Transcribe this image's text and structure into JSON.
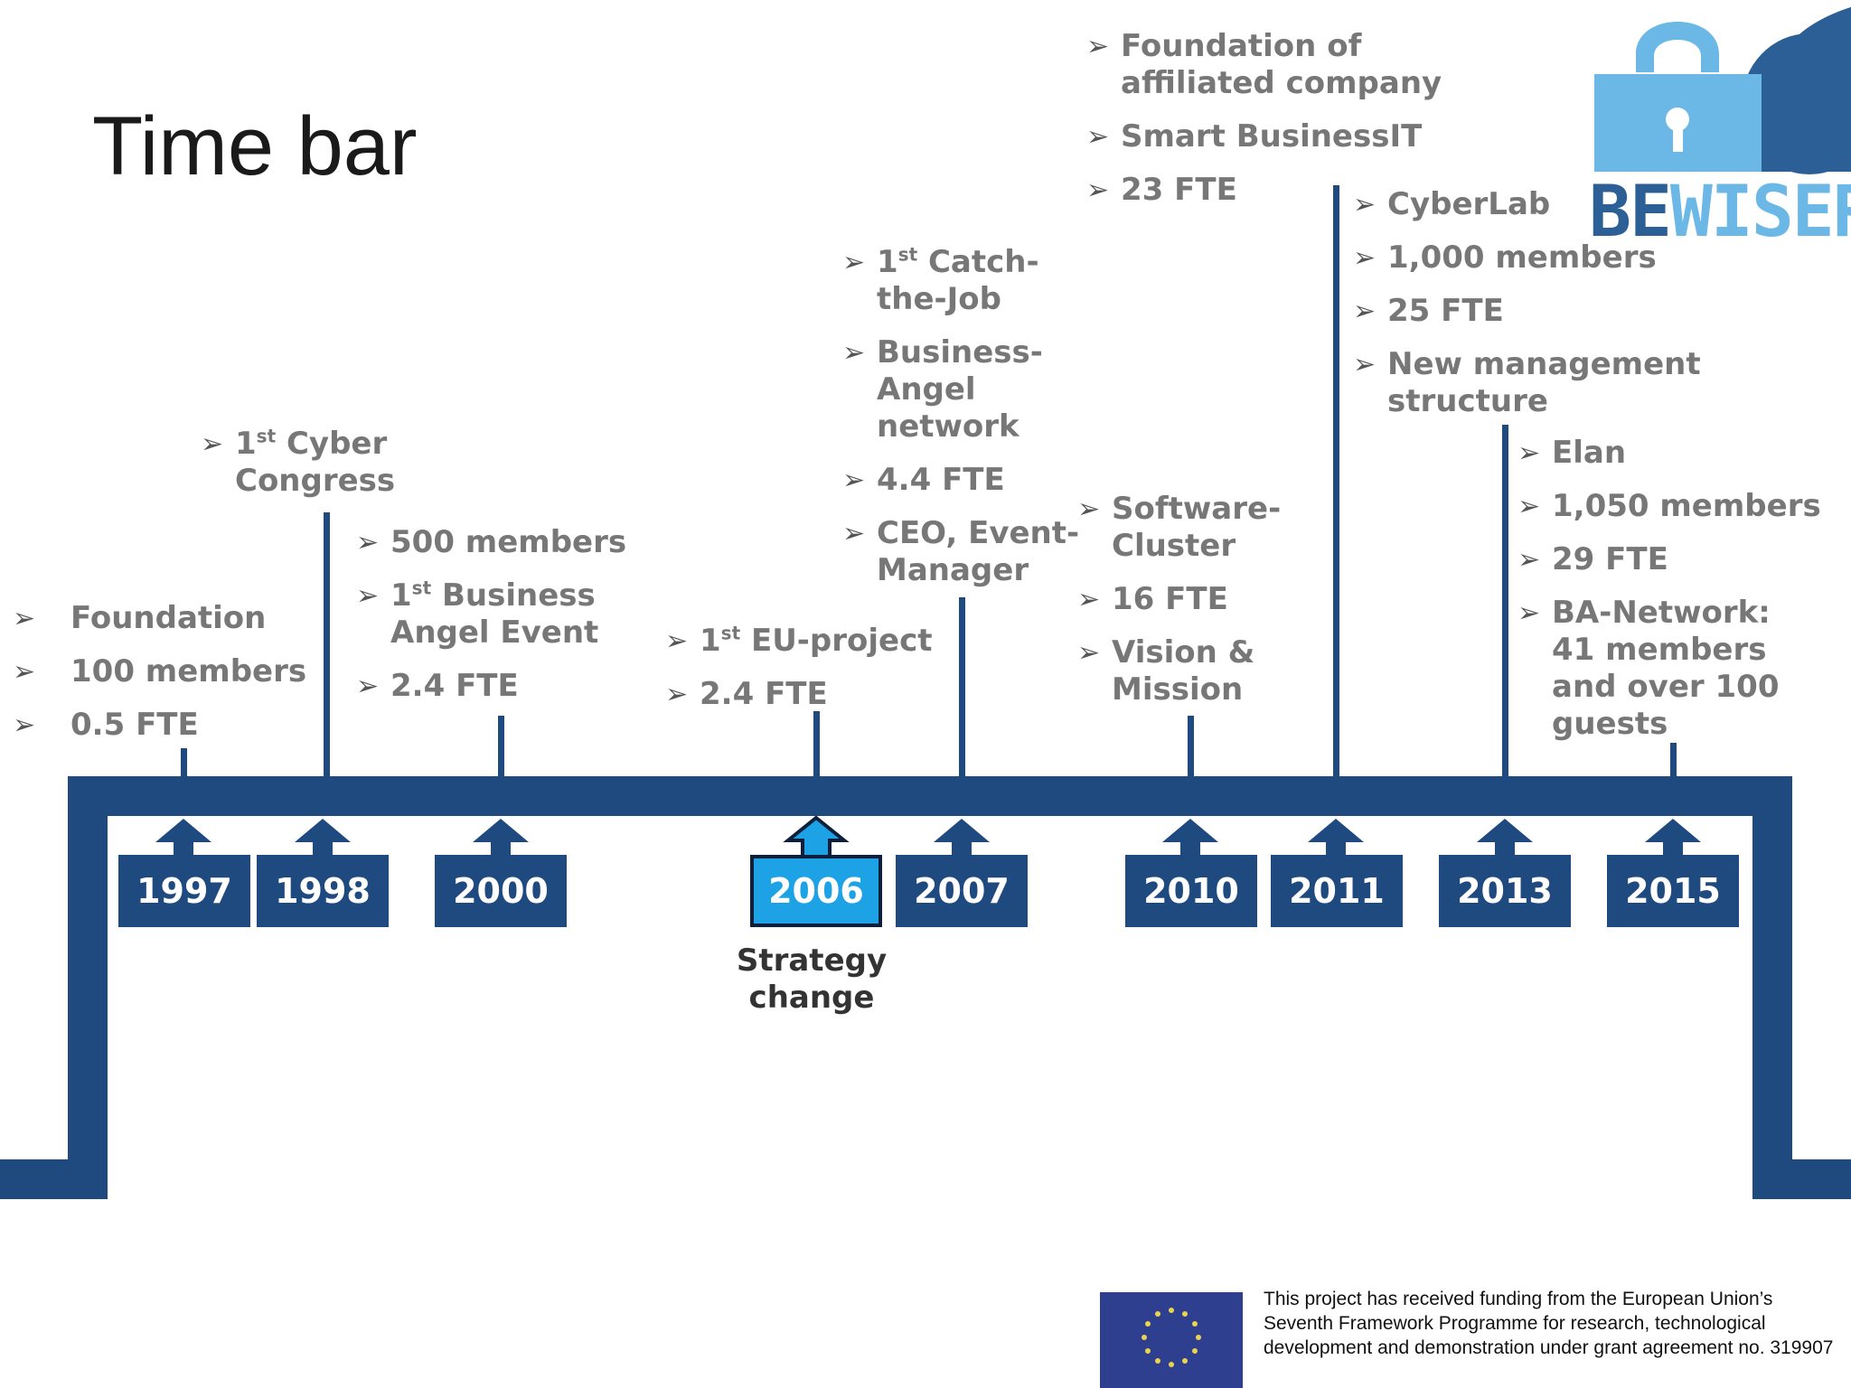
{
  "slide": {
    "title": "Time bar",
    "colors": {
      "bar": "#1f4a80",
      "highlight": "#1ea2e6",
      "bullet_text": "#777777",
      "logo_dark": "#2b5f96",
      "logo_light": "#6bb7e6"
    }
  },
  "timeline": {
    "years": [
      {
        "label": "1997"
      },
      {
        "label": "1998"
      },
      {
        "label": "2000"
      },
      {
        "label": "2006",
        "highlight": true
      },
      {
        "label": "2007"
      },
      {
        "label": "2010"
      },
      {
        "label": "2011"
      },
      {
        "label": "2013"
      },
      {
        "label": "2015"
      }
    ],
    "strategy_label_line1": "Strategy",
    "strategy_label_line2": "change",
    "bullet_marker": "➢",
    "events": {
      "y1997": [
        "Foundation",
        "100 members",
        "0.5 FTE"
      ],
      "y1998": {
        "pre": "1",
        "sup": "st",
        "line1_rest": " Cyber",
        "line2": "Congress"
      },
      "y2000": {
        "b1": "500 members",
        "b2_pre": "1",
        "b2_sup": "st",
        "b2_line1_rest": " Business",
        "b2_line2": "Angel Event",
        "b3": "2.4 FTE"
      },
      "y2006": {
        "b1_pre": "1",
        "b1_sup": "st",
        "b1_rest": " EU-project",
        "b2": "2.4 FTE"
      },
      "y2007": {
        "b1_pre": "1",
        "b1_sup": "st",
        "b1_line1_rest": " Catch-",
        "b1_line2": "the-Job",
        "b2_line1": "Business-",
        "b2_line2": "Angel",
        "b2_line3": "network",
        "b3": "4.4 FTE",
        "b4_line1": "CEO, Event-",
        "b4_line2": "Manager"
      },
      "y2010": {
        "b1_line1": "Software-",
        "b1_line2": "Cluster",
        "b2": "16 FTE",
        "b3_line1": "Vision &",
        "b3_line2": "Mission"
      },
      "y2011_top": {
        "b1_line1": "Foundation of",
        "b1_line2": "affiliated company",
        "b2": "Smart BusinessIT",
        "b3": "23 FTE"
      },
      "y2011": {
        "b1": "CyberLab",
        "b2": "1,000 members",
        "b3": "25 FTE",
        "b4_line1": "New management",
        "b4_line2": "structure"
      },
      "y2013": {
        "b1": "Elan",
        "b2": "1,050 members",
        "b3": "29 FTE",
        "b4_line1": "BA-Network:",
        "b4_line2": "41 members",
        "b4_line3": "and over 100",
        "b4_line4": "guests"
      }
    }
  },
  "logo": {
    "text_dark": "BE",
    "text_light": "WISER",
    "icon": "cloud-lock-icon"
  },
  "footer": {
    "flag_icon": "eu-flag-icon",
    "funding_text": "This project has received funding from the European Union’s Seventh Framework Programme for research, technological development and demonstration under grant agreement no. 319907"
  }
}
